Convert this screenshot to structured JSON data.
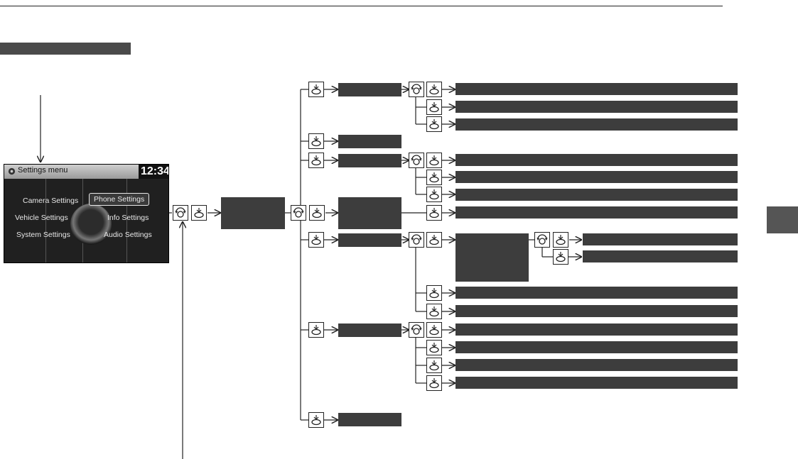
{
  "screen": {
    "title": "Settings menu",
    "clock": "12:34",
    "menu": [
      {
        "label": "Camera Settings",
        "selected": false
      },
      {
        "label": "Phone Settings",
        "selected": true
      },
      {
        "label": "Vehicle Settings",
        "selected": false
      },
      {
        "label": "Info Settings",
        "selected": false
      },
      {
        "label": "System Settings",
        "selected": false
      },
      {
        "label": "Audio Settings",
        "selected": false
      }
    ]
  },
  "icons": {
    "rotate": "interface-dial-rotate-icon",
    "press": "interface-dial-press-icon"
  },
  "colors": {
    "label_bar": "#3d3d3d",
    "line": "#222222",
    "screen_bg": "#202020"
  }
}
